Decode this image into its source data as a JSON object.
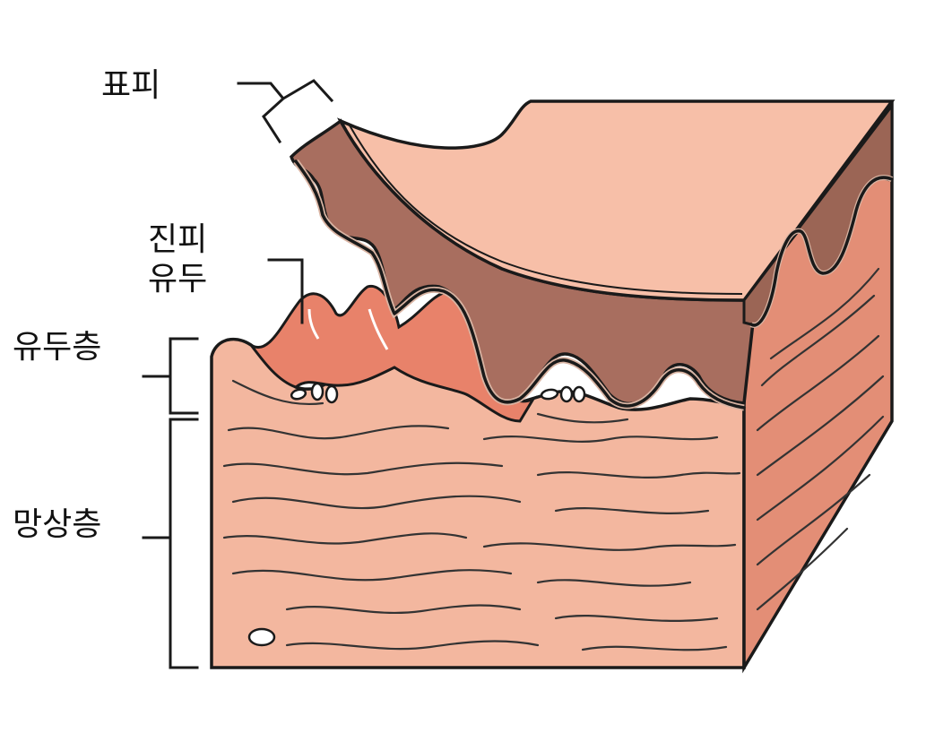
{
  "labels": {
    "epidermis": "표피",
    "dermal_papilla_line1": "진피",
    "dermal_papilla_line2": "유두",
    "papillary_layer": "유두층",
    "reticular_layer": "망상층"
  },
  "colors": {
    "dermis": "#f3b79f",
    "papilla": "#e8826a",
    "epidermis_band": "#a86e5f",
    "epidermis_top": "#f7bfa8",
    "side_face": "#e38e76",
    "outline": "#1a1a1a"
  }
}
